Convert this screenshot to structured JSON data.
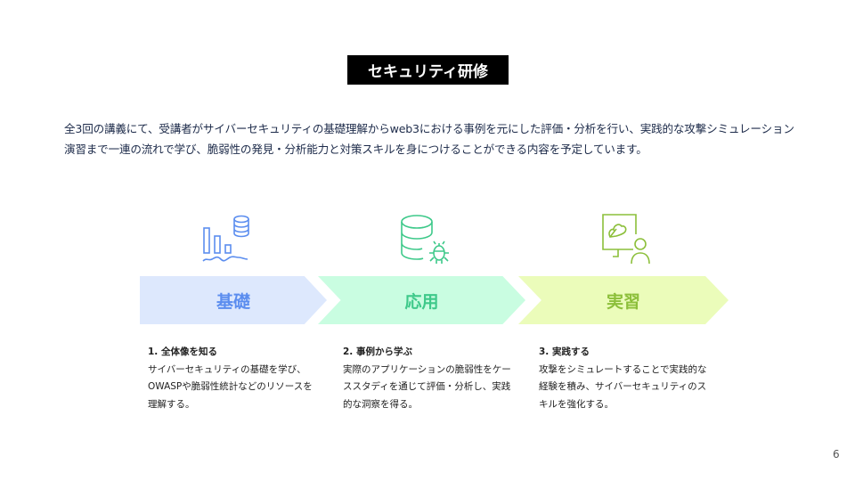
{
  "title": "セキュリティ研修",
  "intro": "全3回の講義にて、受講者がサイバーセキュリティの基礎理解からweb3における事例を元にした評価・分析を行い、実践的な攻撃シミュレーション演習まで一連の流れで学び、脆弱性の発見・分析能力と対策スキルを身につけることができる内容を予定しています。",
  "stages": [
    {
      "label": "基礎",
      "icon": "chart-database-icon",
      "color": "#5b8def",
      "heading": "1. 全体像を知る",
      "text": "サイバーセキュリティの基礎を学び、OWASPや脆弱性統計などのリソースを理解する。"
    },
    {
      "label": "応用",
      "icon": "database-bug-icon",
      "color": "#3ec98a",
      "heading": "2. 事例から学ぶ",
      "text": "実際のアプリケーションの脆弱性をケーススタディを通じて評価・分析し、実践的な洞察を得る。"
    },
    {
      "label": "実習",
      "icon": "presentation-user-icon",
      "color": "#8cbf3a",
      "heading": "3. 実践する",
      "text": "攻撃をシミュレートすることで実践的な経験を積み、サイバーセキュリティのスキルを強化する。"
    }
  ],
  "page_number": "6"
}
